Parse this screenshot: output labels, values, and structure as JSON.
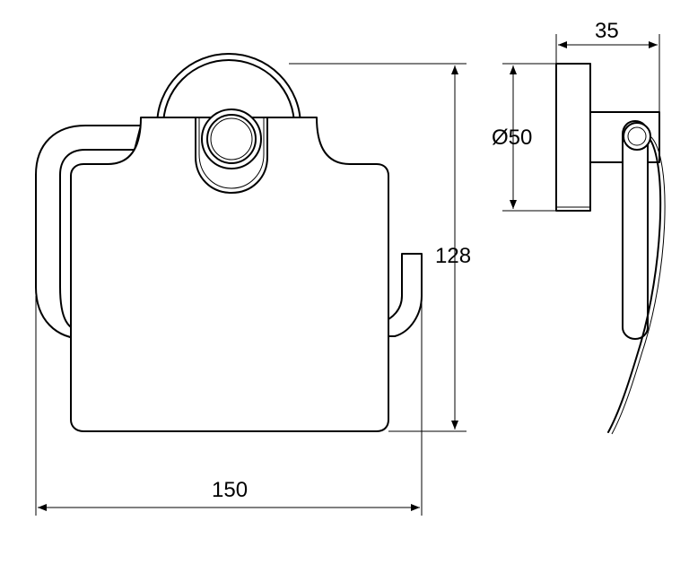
{
  "dimensions": {
    "width_label": "150",
    "height_label": "128",
    "depth_label": "35",
    "diameter_label": "Ø50"
  }
}
